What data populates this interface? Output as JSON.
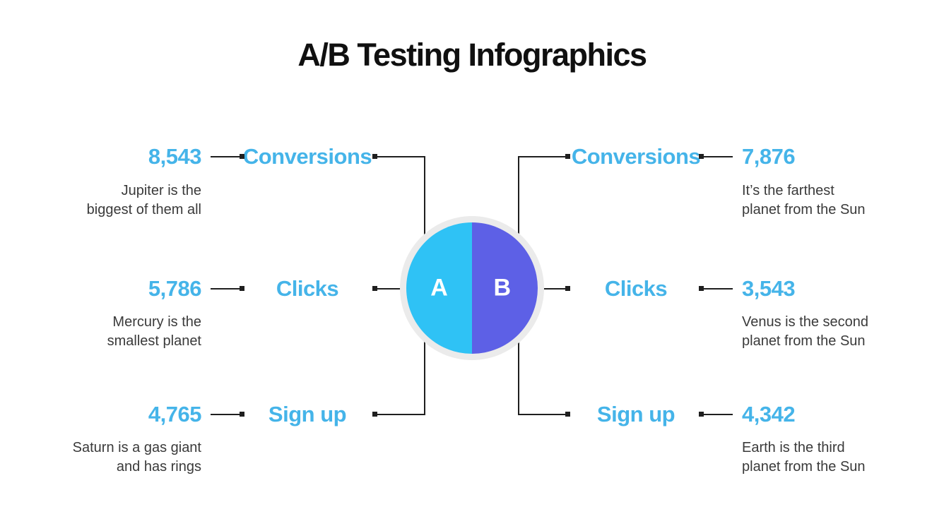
{
  "title": "A/B Testing Infographics",
  "circle": {
    "variant_a_letter": "A",
    "variant_b_letter": "B"
  },
  "colors": {
    "accent_blue_text": "#45b4e9",
    "variant_a_fill": "#2fc2f5",
    "variant_b_fill": "#5d60e6",
    "circle_ring_gray": "#ebebeb",
    "connector_dark": "#1f1f1f",
    "description_text": "#3a3a3a",
    "title_text": "#101010",
    "background": "#ffffff"
  },
  "left": {
    "variant": "A",
    "rows": [
      {
        "value": "8,543",
        "label": "Conversions",
        "desc_line1": "Jupiter is the",
        "desc_line2": "biggest of them all"
      },
      {
        "value": "5,786",
        "label": "Clicks",
        "desc_line1": "Mercury is the",
        "desc_line2": "smallest planet"
      },
      {
        "value": "4,765",
        "label": "Sign up",
        "desc_line1": "Saturn is a gas giant",
        "desc_line2": "and has rings"
      }
    ]
  },
  "right": {
    "variant": "B",
    "rows": [
      {
        "value": "7,876",
        "label": "Conversions",
        "desc_line1": "It’s the farthest",
        "desc_line2": "planet from the Sun"
      },
      {
        "value": "3,543",
        "label": "Clicks",
        "desc_line1": "Venus is the second",
        "desc_line2": "planet from the Sun"
      },
      {
        "value": "4,342",
        "label": "Sign up",
        "desc_line1": "Earth is the third",
        "desc_line2": "planet from the Sun"
      }
    ]
  }
}
